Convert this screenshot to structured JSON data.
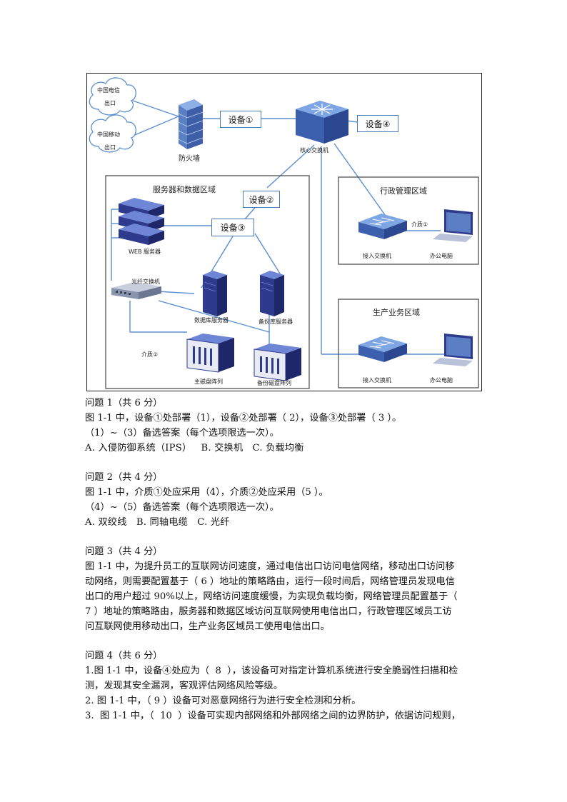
{
  "diagram": {
    "cloud_telecom": [
      "中国电信",
      "出口"
    ],
    "cloud_mobile": [
      "中国移动",
      "出口"
    ],
    "firewall": "防火墙",
    "device1": "设备①",
    "device4": "设备④",
    "core_switch": "核心交换机",
    "zone_server": "服务器和数据区域",
    "device2": "设备②",
    "device3": "设备③",
    "web_server": "WEB 服务器",
    "fiber_switch": "光纤交换机",
    "db_server": "数据库服务器",
    "backup_server": "备份库服务器",
    "medium2": "介质②",
    "main_array": "主磁盘阵列",
    "backup_array": "备份磁盘阵列",
    "zone_admin": "行政管理区域",
    "medium1": "介质①",
    "access_switch_admin": "接入交换机",
    "pc_admin": "办公电脑",
    "zone_production": "生产业务区域",
    "access_switch_prod": "接入交换机",
    "pc_prod": "办公电脑"
  },
  "questions": [
    {
      "title": "问题 1（共 6 分）",
      "lines": [
        "图 1-1 中，设备①处部署（1），设备②处部署（ 2），设备③处部署（ 3 ）。",
        "（1）~（3）备选答案（每个选项限选一次）。",
        "A. 入侵防御系统（IPS）   B. 交换机   C. 负载均衡"
      ]
    },
    {
      "title": "问题 2（共 4 分）",
      "lines": [
        "图 1-1 中，介质①处应采用（4），介质②处应采用（5 ）。",
        "（4）~（5）备选答案（每个选项限选一次）。",
        "A. 双绞线   B. 同轴电缆   C. 光纤"
      ]
    },
    {
      "title": "问题 3（共 4 分）",
      "lines": [
        "图 1-1 中，为提升员工的互联网访问速度，通过电信出口访问电信网络，移动出口访问移",
        "动网络，则需要配置基于（ 6 ）地址的策略路由，运行一段时间后，网络管理员发现电信",
        "出口的用户超过 90%以上，网络访问速度缓慢，为实现负载均衡，网络管理员配置基于（",
        "7  ）地址的策略路由，服务器和数据区域访问互联网使用电信出口，行政管理区域员工访",
        "问互联网使用移动出口，生产业务区域员工使用电信出口。"
      ]
    },
    {
      "title": "问题 4（共 6 分）",
      "lines": [
        "1.图 1-1 中，设备④处应为（  8  ），该设备可对指定计算机系统进行安全脆弱性扫描和检",
        "测，发现其安全漏洞，客观评估网络风险等级。",
        "2. 图 1-1 中，（ 9 ）设备可对恶意网络行为进行安全检测和分析。",
        "3.  图 1-1 中，（  10  ）设备可实现内部网络和外部网络之间的边界防护，依据访问规则，"
      ]
    }
  ],
  "colors": {
    "accent": "#4a7ab8",
    "line": "#5b8fd0",
    "device": "#2e3a8c"
  }
}
